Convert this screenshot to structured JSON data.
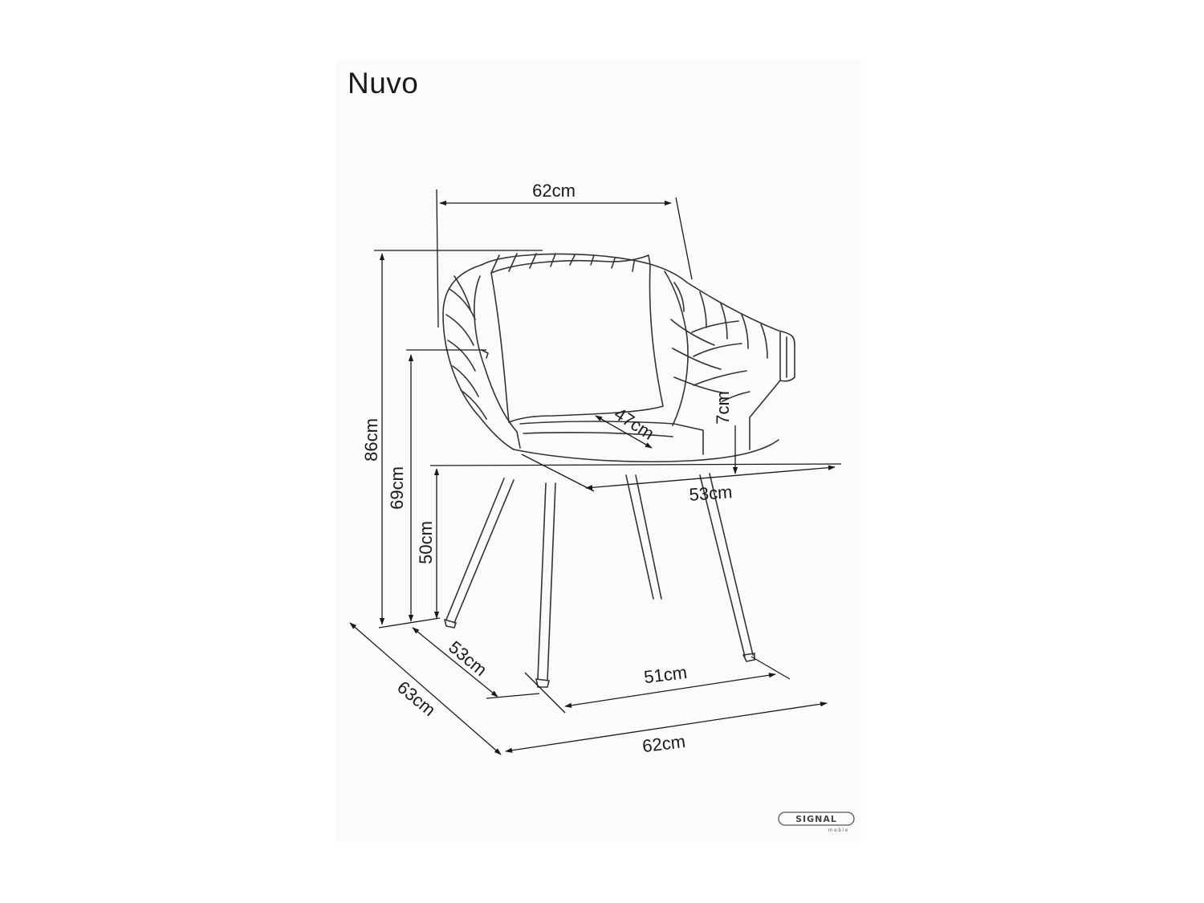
{
  "product": {
    "title": "Nuvo"
  },
  "dimensions": {
    "width_top": "62cm",
    "height_total": "86cm",
    "height_armrest": "69cm",
    "height_seat": "50cm",
    "depth_seat": "47cm",
    "cushion_thickness": "7cm",
    "width_seat": "53cm",
    "depth_legs": "53cm",
    "width_legs": "51cm",
    "depth_total": "63cm",
    "width_base": "62cm"
  },
  "brand": {
    "name": "SIGNAL",
    "sub": "meble"
  },
  "colors": {
    "line": "#1a1a1a",
    "chair_line": "#333333",
    "panel_bg": "#fbfbfb"
  }
}
